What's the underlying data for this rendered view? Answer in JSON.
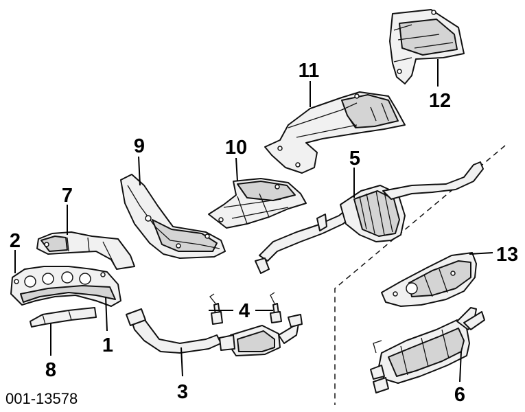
{
  "diagram": {
    "figure_code": "001-13578",
    "callouts": {
      "c1": "1",
      "c2": "2",
      "c3": "3",
      "c4": "4",
      "c5": "5",
      "c6": "6",
      "c7": "7",
      "c8": "8",
      "c9": "9",
      "c10": "10",
      "c11": "11",
      "c12": "12",
      "c13": "13"
    }
  }
}
